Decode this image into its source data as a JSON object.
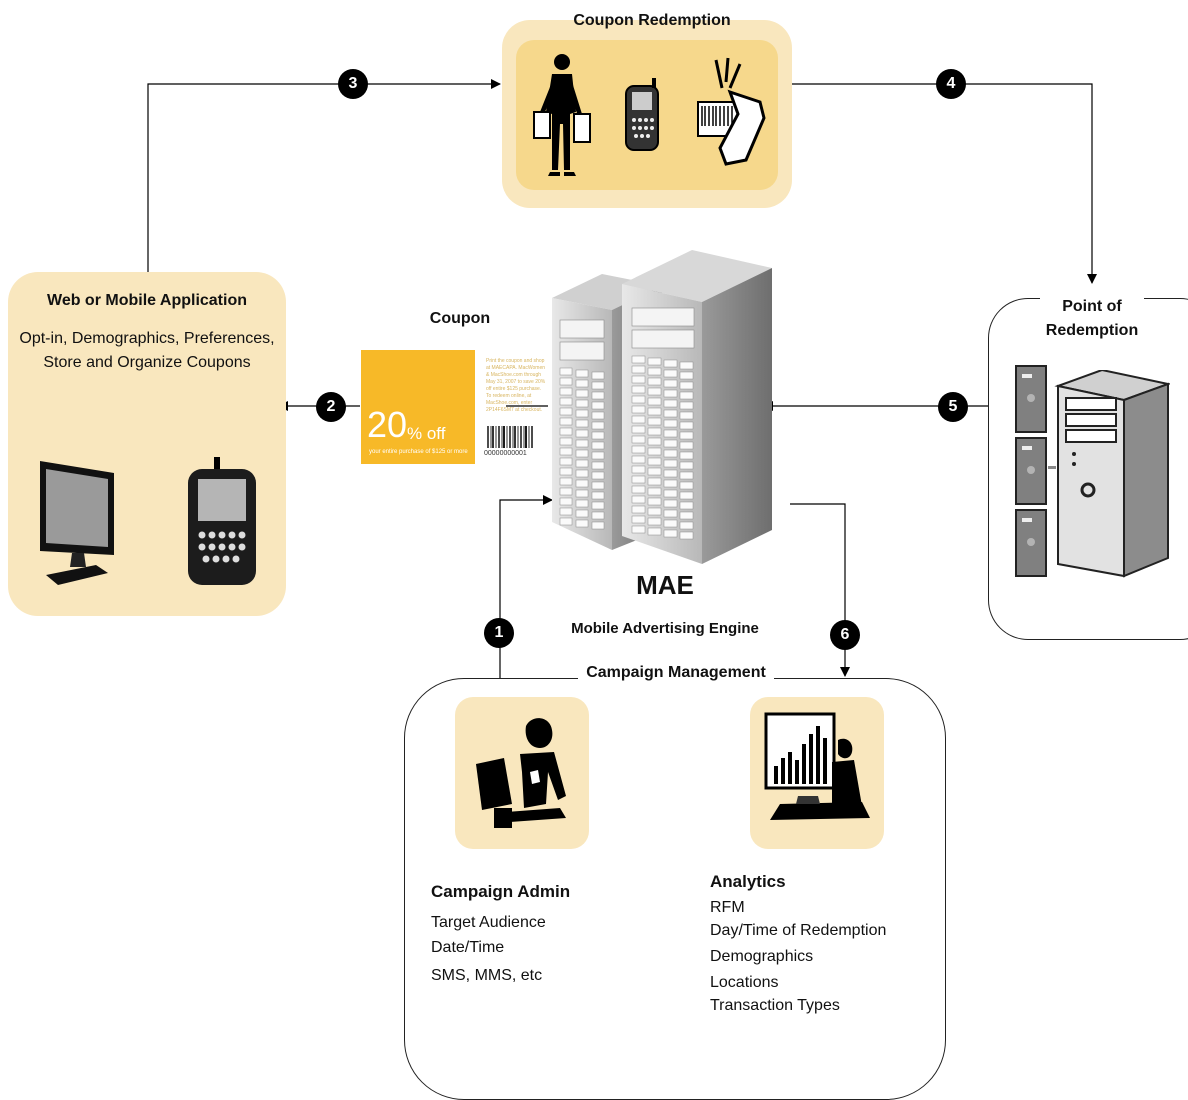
{
  "coupon_redemption": {
    "title": "Coupon Redemption",
    "icons": [
      "shopper-icon",
      "smartphone-icon",
      "barcode-scan-icon"
    ]
  },
  "web_app": {
    "title": "Web or Mobile Application",
    "line1": "Opt-in, Demographics, Preferences,",
    "line2": "Store and Organize Coupons",
    "icons": [
      "monitor-icon",
      "smartphone-icon"
    ]
  },
  "coupon": {
    "label": "Coupon",
    "discount_number": "20",
    "discount_suffix": "% off",
    "fine_print": "your entire purchase of $125 or more",
    "barcode_number": "00000000001",
    "side_text": "Print the coupon and shop at MAECAPA. MacWomen & MacShoe.com through May 31, 2007 to save 20% off entire $125 purchase. To redeem online, at MacShoe.com, enter 2P14F6SM7 at checkout."
  },
  "center": {
    "title": "MAE",
    "subtitle": "Mobile Advertising Engine",
    "icon": "server-rack-icon"
  },
  "point_of_redemption": {
    "title_line1": "Point of",
    "title_line2": "Redemption",
    "icons": [
      "server-icon",
      "tower-pc-icon"
    ]
  },
  "campaign_management": {
    "title": "Campaign Management",
    "admin": {
      "title": "Campaign Admin",
      "items": [
        "Target Audience",
        "Date/Time",
        "SMS, MMS, etc"
      ],
      "icon": "admin-user-icon"
    },
    "analytics": {
      "title": "Analytics",
      "items": [
        "RFM",
        "Day/Time of Redemption",
        "Demographics",
        "Locations",
        "Transaction Types"
      ],
      "icon": "analytics-chart-icon"
    }
  },
  "steps": [
    "1",
    "2",
    "3",
    "4",
    "5",
    "6"
  ]
}
